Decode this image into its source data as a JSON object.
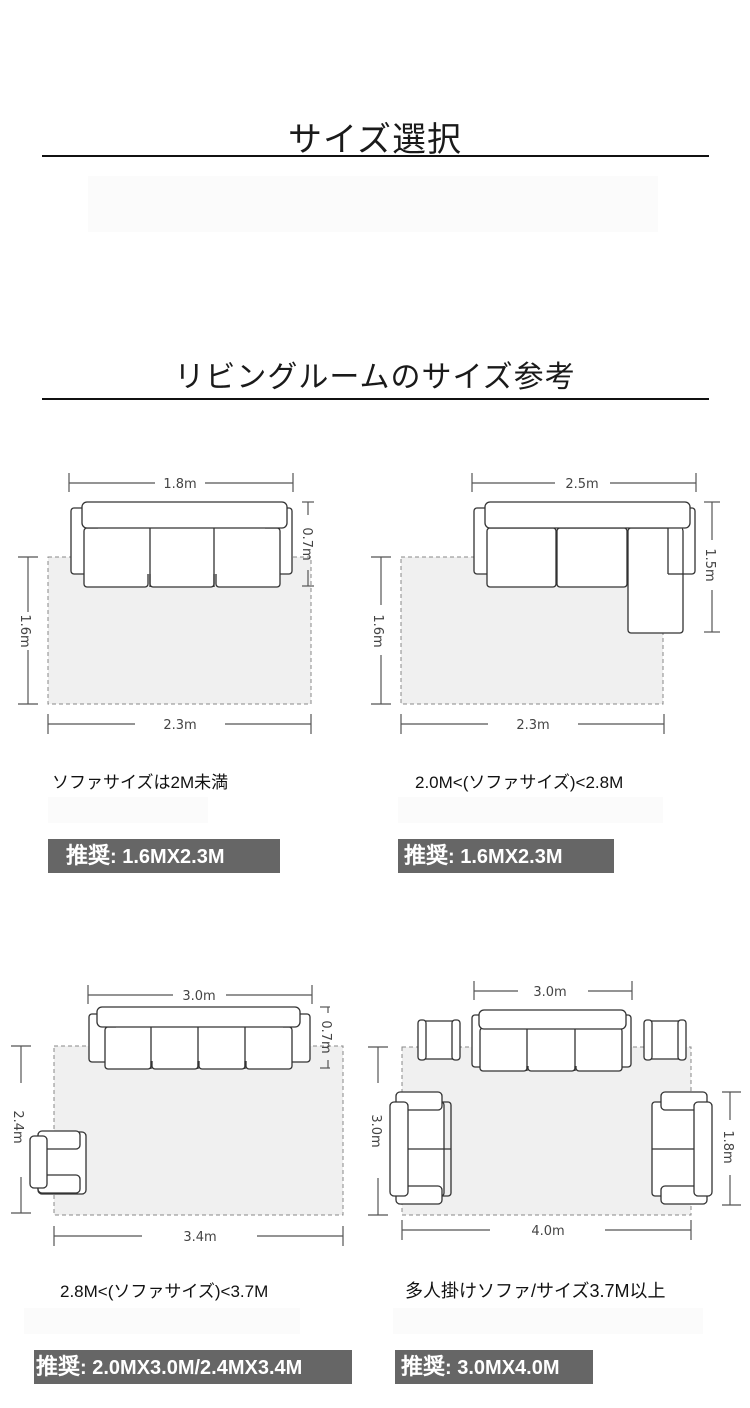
{
  "header": {
    "title": "サイズ選択",
    "subtitle": "リビングルームのサイズ参考"
  },
  "layouts": [
    {
      "id": "small-sofa",
      "sofa_width": "1.8m",
      "sofa_depth": "0.7m",
      "rug_height": "1.6m",
      "rug_width": "2.3m",
      "caption": "ソファサイズは2M未満",
      "recommend_prefix": "推奨",
      "recommend_value": ": 1.6MX2.3M"
    },
    {
      "id": "l-shaped-sofa",
      "sofa_width": "2.5m",
      "sofa_depth": "1.5m",
      "rug_height": "1.6m",
      "rug_width": "2.3m",
      "caption": "2.0M<(ソファサイズ)<2.8M",
      "recommend_prefix": "推奨",
      "recommend_value": ": 1.6MX2.3M"
    },
    {
      "id": "large-sofa-with-armchair",
      "sofa_width": "3.0m",
      "sofa_depth": "0.7m",
      "rug_height": "2.4m",
      "rug_width": "3.4m",
      "caption": "2.8M<(ソファサイズ)<3.7M",
      "recommend_prefix": "推奨",
      "recommend_value": ": 2.0MX3.0M/2.4MX3.4M"
    },
    {
      "id": "multi-seat-sofa",
      "sofa_width": "3.0m",
      "side_sofa_length": "1.8m",
      "rug_height": "3.0m",
      "rug_width": "4.0m",
      "caption": "多人掛けソファ/サイズ3.7M以上",
      "recommend_prefix": "推奨",
      "recommend_value": ": 3.0MX4.0M"
    }
  ],
  "colors": {
    "rule": "#111111",
    "rug_fill": "#f0f0f0",
    "badge_bg": "#666666",
    "badge_text": "#ffffff"
  }
}
